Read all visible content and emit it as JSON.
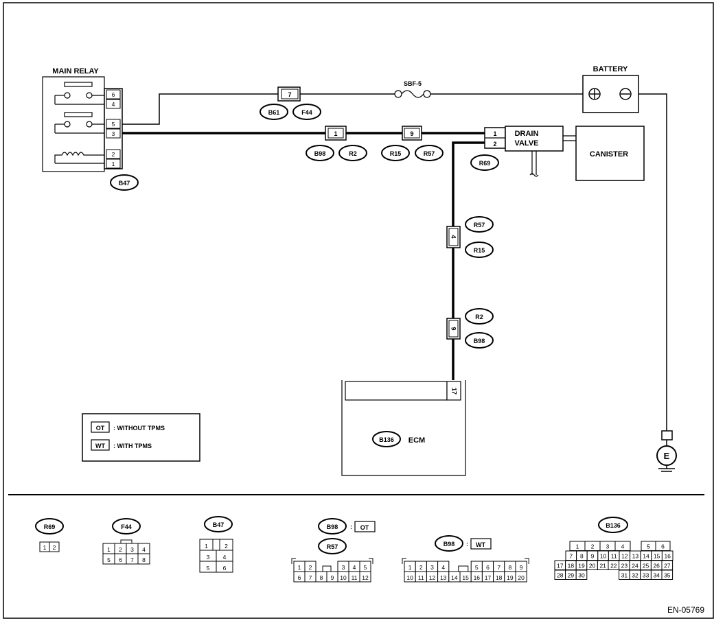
{
  "diagram": {
    "document_code": "EN-05769",
    "components": {
      "main_relay": "MAIN RELAY",
      "battery": "BATTERY",
      "fuse": "SBF-5",
      "drain_valve_line1": "DRAIN",
      "drain_valve_line2": "VALVE",
      "canister": "CANISTER",
      "ecm": "ECM",
      "ground": "E"
    },
    "relay_pins": [
      "6",
      "4",
      "5",
      "3",
      "2",
      "1"
    ],
    "pins": {
      "b61_f44": "7",
      "b98_r2": "1",
      "r15_r57": "9",
      "drain_1": "1",
      "drain_2": "2",
      "r57_r15_vertical": "4",
      "r2_b98_vertical": "9",
      "ecm_pin": "17"
    },
    "connector_tags": {
      "b47": "B47",
      "b61": "B61",
      "f44": "F44",
      "b98": "B98",
      "r2": "R2",
      "r15": "R15",
      "r57": "R57",
      "r69": "R69",
      "b136": "B136"
    },
    "legend": {
      "ot_code": "OT",
      "ot_text": ": WITHOUT TPMS",
      "wt_code": "WT",
      "wt_text": ": WITH TPMS"
    },
    "connector_views": {
      "r69": {
        "tag": "R69",
        "pins": [
          "1",
          "2"
        ]
      },
      "f44": {
        "tag": "F44",
        "pins": [
          "1",
          "2",
          "3",
          "4",
          "5",
          "6",
          "7",
          "8"
        ]
      },
      "b47": {
        "tag": "B47",
        "pins": [
          "1",
          "2",
          "3",
          "4",
          "5",
          "6"
        ]
      },
      "b98_ot": {
        "tag": "B98",
        "suffix": ":",
        "code": "OT",
        "tag2": "R57",
        "pins": [
          "1",
          "2",
          "3",
          "4",
          "5",
          "6",
          "7",
          "8",
          "9",
          "10",
          "11",
          "12"
        ]
      },
      "b98_wt": {
        "tag": "B98",
        "suffix": ":",
        "code": "WT",
        "pins": [
          "1",
          "2",
          "3",
          "4",
          "5",
          "6",
          "7",
          "8",
          "9",
          "10",
          "11",
          "12",
          "13",
          "14",
          "15",
          "16",
          "17",
          "18",
          "19",
          "20"
        ]
      },
      "b136": {
        "tag": "B136",
        "pins": [
          "1",
          "2",
          "3",
          "4",
          "5",
          "6",
          "7",
          "8",
          "9",
          "10",
          "11",
          "12",
          "13",
          "14",
          "15",
          "16",
          "17",
          "18",
          "19",
          "20",
          "21",
          "22",
          "23",
          "24",
          "25",
          "26",
          "27",
          "28",
          "29",
          "30",
          "31",
          "32",
          "33",
          "34",
          "35"
        ]
      }
    }
  }
}
